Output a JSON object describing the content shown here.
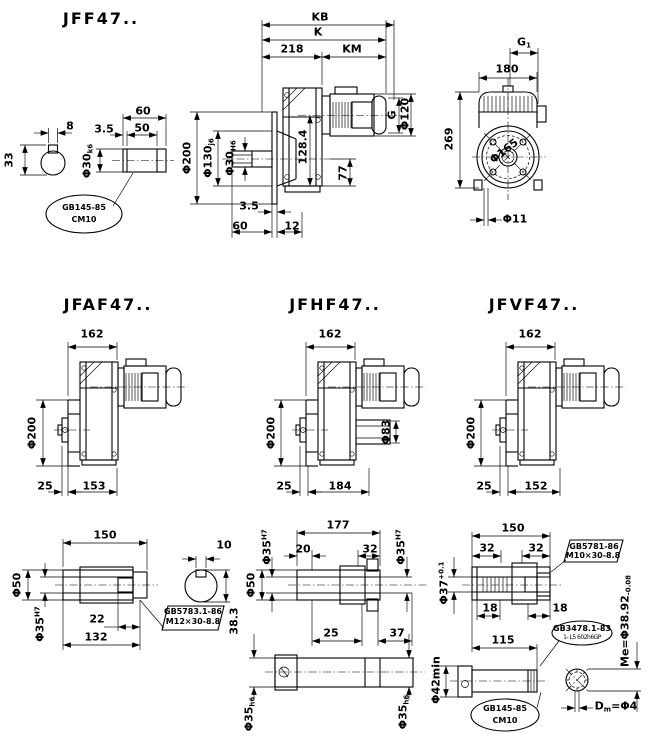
{
  "titles": {
    "jff": "JFF47..",
    "jfaf": "JFAF47..",
    "jfhf": "JFHF47..",
    "jfvf": "JFVF47.."
  },
  "jff": {
    "key_w": "8",
    "sec_h": "33",
    "len60": "60",
    "ch": "3.5",
    "len50": "50",
    "dia30": "Φ30",
    "dia30_tol": "k6",
    "note1": "GB145-85",
    "note2": "CM10",
    "kb": "KB",
    "k": "K",
    "l218": "218",
    "km": "KM",
    "d200": "Φ200",
    "d130": "Φ130",
    "d130_tol": "j6",
    "d30": "Φ30",
    "d30_tol": "H6",
    "h1284": "128.4",
    "g": "G",
    "d120": "Φ120",
    "l77": "77",
    "b35": "3.5",
    "b60": "60",
    "b12": "12",
    "g1": "G",
    "g1_sub": "1",
    "w180": "180",
    "h269": "269",
    "bc165": "Φ165",
    "hole11": "Φ11"
  },
  "jfaf": {
    "w162": "162",
    "d200": "Φ200",
    "b25": "25",
    "b153": "153"
  },
  "jfhf": {
    "w162": "162",
    "d200": "Φ200",
    "d83": "Φ83",
    "b25": "25",
    "b184": "184"
  },
  "jfvf": {
    "w162": "162",
    "d200": "Φ200",
    "b25": "25",
    "b152": "152"
  },
  "shafta": {
    "l150": "150",
    "key10": "10",
    "d50": "Φ50",
    "d35": "Φ35",
    "d35_tol": "H7",
    "l22": "22",
    "l132": "132",
    "h383": "38.3",
    "note1": "GB5783.1-86",
    "note2": "M12×30-8.8"
  },
  "shaftb": {
    "l177": "177",
    "d35l": "Φ35",
    "d35l_tol": "H7",
    "d35r": "Φ35",
    "d35r_tol": "H7",
    "l20": "20",
    "l32": "32",
    "d50": "Φ50",
    "b25": "25",
    "b37": "37",
    "e35l": "Φ35",
    "e35l_tol": "h6",
    "e35r": "Φ35",
    "e35r_tol": "h6"
  },
  "shaftc": {
    "l150": "150",
    "l32a": "32",
    "l32b": "32",
    "d37": "Φ37",
    "d37_tol": "+0.1",
    "l18a": "18",
    "l18b": "18",
    "b115": "115",
    "bolt1": "GB5781-86",
    "bolt2": "M10×30-8.8",
    "spl1": "GB3478.1-83",
    "spl2": "1- L5 602h6GP",
    "me": "Me=Φ38.92",
    "me_tol": "-0.08",
    "d42": "Φ42min",
    "note1": "GB145-85",
    "note2": "CM10",
    "dm_d": "D",
    "dm_sub": "m",
    "dm_eq": "=Φ4"
  }
}
